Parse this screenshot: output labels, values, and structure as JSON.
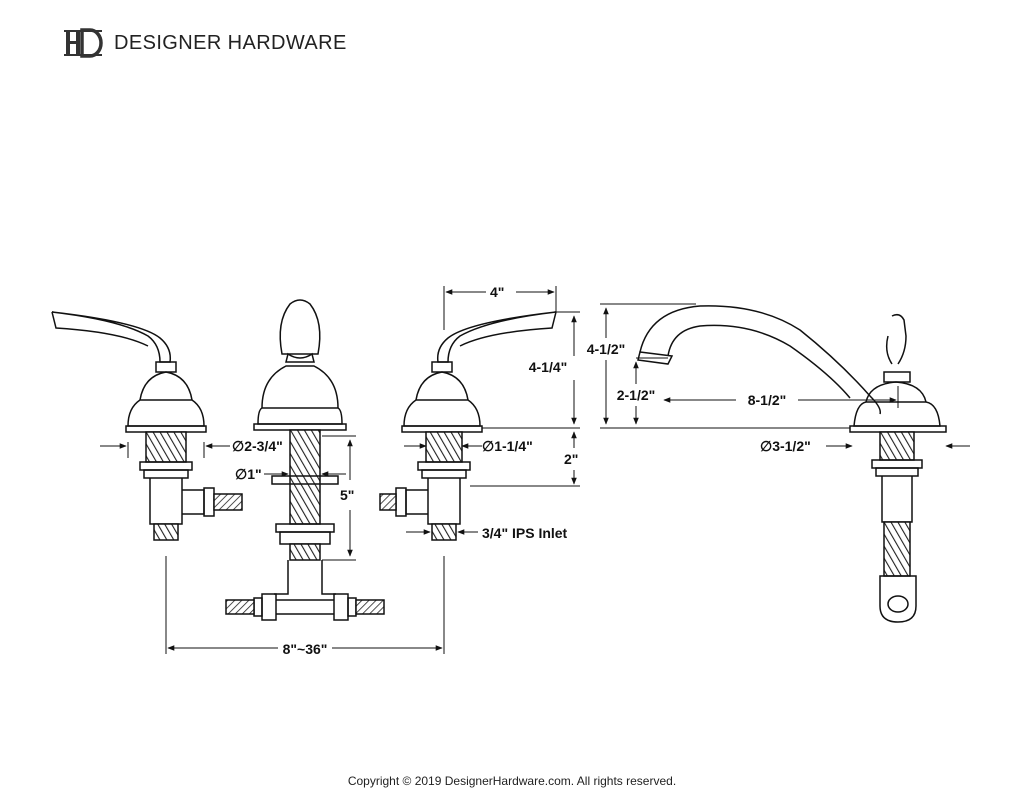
{
  "brand": {
    "name": "DESIGNER HARDWARE",
    "logo": "HD monogram"
  },
  "dimensions": {
    "handle_base_diameter": "∅2-3/4\"",
    "shank_diameter": "∅1\"",
    "shank_length": "5\"",
    "mount_diameter": "∅1-1/4\"",
    "handle_reach": "4\"",
    "handle_height": "4-1/4\"",
    "handle_shank": "2\"",
    "inlet": "3/4\" IPS Inlet",
    "spread": "8\"~36\"",
    "spout_height": "4-1/2\"",
    "spout_outlet_height": "2-1/2\"",
    "spout_reach": "8-1/2\"",
    "spout_base_diameter": "∅3-1/2\""
  },
  "footer": "Copyright © 2019 DesignerHardware.com. All rights reserved."
}
